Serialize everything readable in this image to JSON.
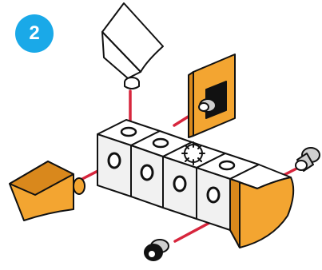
{
  "step": {
    "number": "2"
  },
  "colors": {
    "badge": "#1aa9e8",
    "part_orange": "#f3a531",
    "part_orange_dark": "#d9881c",
    "block_white": "#ffffff",
    "block_shade": "#f1f1f1",
    "outline": "#111111",
    "connector_line": "#d7263d",
    "peg_grey": "#cfcfcf"
  },
  "parts": {
    "center_blocks": [
      "cube-1",
      "cube-2",
      "cube-hub",
      "cube-4"
    ],
    "attachments": [
      "white-curved-top-piece",
      "orange-plate-with-peg",
      "orange-wedge-left",
      "orange-curved-end-right",
      "grey-peg-right",
      "grey-peg-bottom"
    ]
  }
}
